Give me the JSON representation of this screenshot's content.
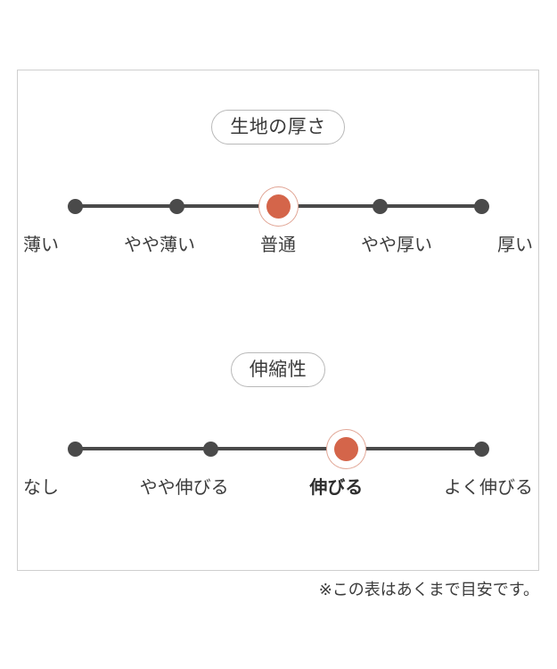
{
  "panel": {
    "border_color": "#cfcfcf",
    "background": "#ffffff"
  },
  "colors": {
    "dot": "#4a4a4a",
    "track": "#4a4a4a",
    "active_dot": "#d4654a",
    "active_ring": "#e2a898",
    "text": "#3c3c3c",
    "pill_border": "#b9b9b9"
  },
  "sections": [
    {
      "title": "生地の厚さ",
      "labels": [
        "薄い",
        "やや薄い",
        "普通",
        "やや厚い",
        "厚い"
      ],
      "active_index": 2
    },
    {
      "title": "伸縮性",
      "labels": [
        "なし",
        "やや伸びる",
        "伸びる",
        "よく伸びる"
      ],
      "active_index": 2
    }
  ],
  "footnote": "※この表はあくまで目安です。",
  "chart_data": [
    {
      "type": "scatter",
      "title": "生地の厚さ",
      "categories": [
        "薄い",
        "やや薄い",
        "普通",
        "やや厚い",
        "厚い"
      ],
      "values": [
        1,
        2,
        3,
        4,
        5
      ],
      "selected": "普通",
      "selected_index": 2,
      "xlabel": "",
      "ylabel": "",
      "xlim": [
        1,
        5
      ],
      "grid": false,
      "legend": "none"
    },
    {
      "type": "scatter",
      "title": "伸縮性",
      "categories": [
        "なし",
        "やや伸びる",
        "伸びる",
        "よく伸びる"
      ],
      "values": [
        1,
        2,
        3,
        4
      ],
      "selected": "伸びる",
      "selected_index": 2,
      "xlabel": "",
      "ylabel": "",
      "xlim": [
        1,
        4
      ],
      "grid": false,
      "legend": "none"
    }
  ]
}
